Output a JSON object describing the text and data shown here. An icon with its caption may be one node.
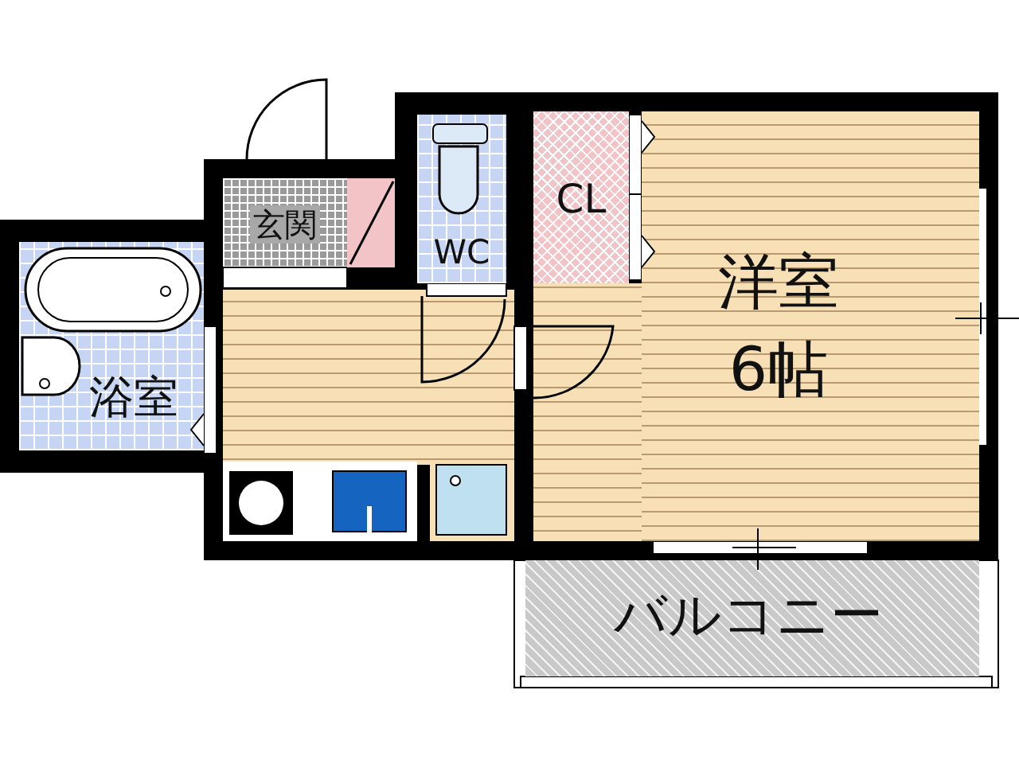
{
  "diagram": {
    "nodes": [
      {
        "text": [
          "玄関"
        ]
      },
      {
        "text": [
          "WC"
        ]
      },
      {
        "text": [
          "CL"
        ]
      },
      {
        "text": [
          "洋室",
          "6帖"
        ]
      },
      {
        "text": [
          "浴室"
        ]
      },
      {
        "text": [
          "バルコニー"
        ]
      }
    ]
  }
}
